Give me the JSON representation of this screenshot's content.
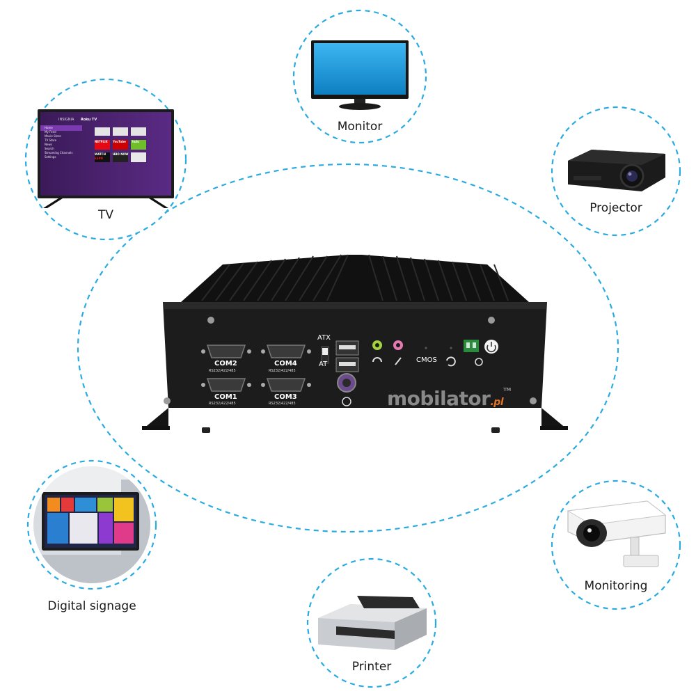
{
  "colors": {
    "dash": "#29abe2",
    "device": "#1a1a1a",
    "heatsink": "#0f0f0f"
  },
  "devices": {
    "tv": {
      "label": "TV",
      "icon": "tv-icon",
      "screen_brand": "INSIGNIA",
      "screen_os": "Roku TV",
      "menu": [
        "Home",
        "My Feed",
        "Movie Store",
        "TV Store",
        "News",
        "Search",
        "Streaming Channels",
        "Settings"
      ],
      "apps": [
        "NETFLIX",
        "YouTube",
        "hulu",
        "WATCH",
        "HBO NOW",
        "ESPN"
      ]
    },
    "monitor": {
      "label": "Monitor",
      "icon": "monitor-icon"
    },
    "projector": {
      "label": "Projector",
      "icon": "projector-icon"
    },
    "digital_signage": {
      "label": "Digital signage",
      "icon": "digital-signage-icon"
    },
    "printer": {
      "label": "Printer",
      "icon": "printer-icon"
    },
    "monitoring": {
      "label": "Monitoring",
      "icon": "security-camera-icon"
    }
  },
  "pc": {
    "brand": "mobilator",
    "brand_suffix": ".pl",
    "trademark": "TM",
    "ports": {
      "com2": "COM2",
      "com4": "COM4",
      "com1": "COM1",
      "com3": "COM3",
      "rs": "RS232/422/485",
      "atx": "ATX",
      "at": "AT",
      "cmos": "CMOS"
    }
  }
}
